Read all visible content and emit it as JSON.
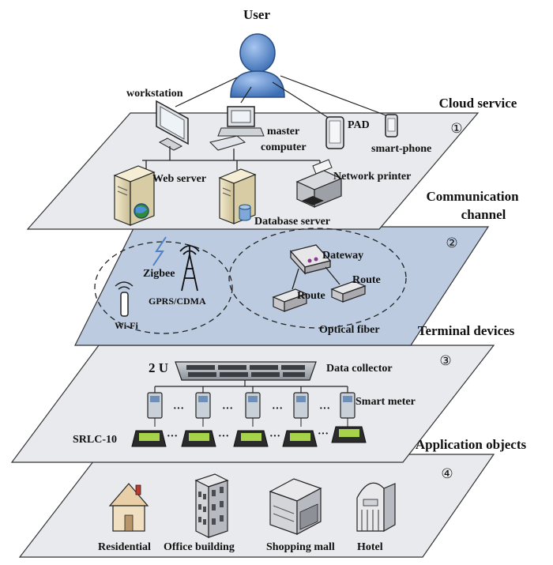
{
  "user": "User",
  "layers": {
    "cloud": {
      "title": "Cloud service",
      "number": "①",
      "workstation": "workstation",
      "master_line1": "master",
      "master_line2": "computer",
      "pad": "PAD",
      "smartphone": "smart-phone",
      "web_server": "Web server",
      "network_printer": "Network printer",
      "database_server": "Database server"
    },
    "communication": {
      "title_line1": "Communication",
      "title_line2": "channel",
      "number": "②",
      "zigbee": "Zigbee",
      "gprs": "GPRS/CDMA",
      "wifi": "Wi-Fi",
      "dateway": "Dateway",
      "route_right": "Route",
      "route_left": "Route",
      "optical_fiber": "Optical fiber"
    },
    "terminal": {
      "title": "Terminal devices",
      "number": "③",
      "rack_label": "2 U",
      "data_collector": "Data collector",
      "smart_meter": "Smart meter",
      "srlc": "SRLC-10",
      "ellipsis": "···"
    },
    "application": {
      "title": "Application objects",
      "number": "④",
      "residential": "Residential",
      "office": "Office building",
      "mall": "Shopping mall",
      "hotel": "Hotel"
    }
  },
  "colors": {
    "plane_gray": "#e9eaed",
    "plane_blue": "#bccbe0",
    "user_blue": "#4f81c4",
    "edge": "#333333"
  }
}
